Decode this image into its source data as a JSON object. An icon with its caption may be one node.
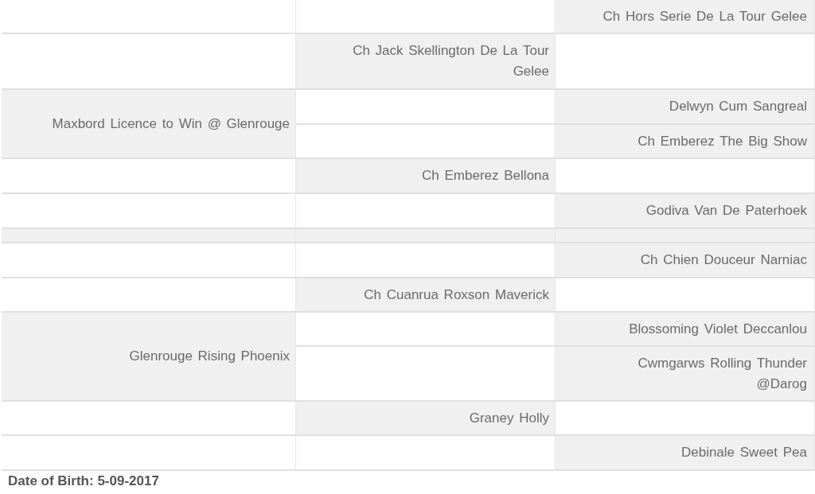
{
  "diagram": {
    "caption": "Date of Birth: 5-09-2017",
    "labels": [
      "Ch Hors Serie De La Tour Gelee",
      "Ch Jack Skellington De La Tour Gelee",
      "Maxbord Licence to Win @ Glenrouge",
      "Delwyn Cum Sangreal",
      "Ch Emberez The Big Show",
      "Ch Emberez Bellona",
      "Godiva Van De Paterhoek",
      "Ch Chien Douceur Narniac",
      "Ch Cuanrua Roxson Maverick",
      "Glenrouge Rising Phoenix",
      "Blossoming Violet Deccanlou",
      "Cwmgarws Rolling Thunder @Darog",
      "Graney Holly",
      "Debinale Sweet Pea"
    ]
  }
}
